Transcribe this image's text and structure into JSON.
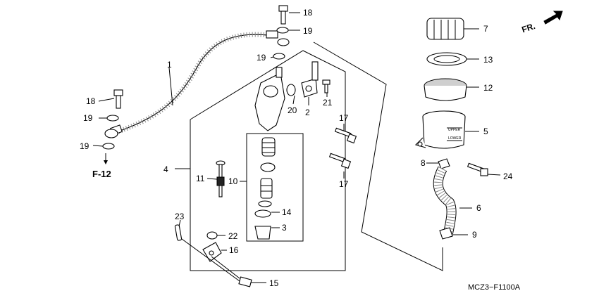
{
  "callouts": [
    {
      "id": "1",
      "text": "1"
    },
    {
      "id": "2",
      "text": "2"
    },
    {
      "id": "3",
      "text": "3"
    },
    {
      "id": "4",
      "text": "4"
    },
    {
      "id": "5",
      "text": "5"
    },
    {
      "id": "6",
      "text": "6"
    },
    {
      "id": "7",
      "text": "7"
    },
    {
      "id": "8",
      "text": "8"
    },
    {
      "id": "9",
      "text": "9"
    },
    {
      "id": "10",
      "text": "10"
    },
    {
      "id": "11",
      "text": "11"
    },
    {
      "id": "12",
      "text": "12"
    },
    {
      "id": "13",
      "text": "13"
    },
    {
      "id": "14",
      "text": "14"
    },
    {
      "id": "15",
      "text": "15"
    },
    {
      "id": "16",
      "text": "16"
    },
    {
      "id": "17a",
      "text": "17"
    },
    {
      "id": "17b",
      "text": "17"
    },
    {
      "id": "18a",
      "text": "18"
    },
    {
      "id": "18b",
      "text": "18"
    },
    {
      "id": "19a",
      "text": "19"
    },
    {
      "id": "19b",
      "text": "19"
    },
    {
      "id": "19c",
      "text": "19"
    },
    {
      "id": "19d",
      "text": "19"
    },
    {
      "id": "20",
      "text": "20"
    },
    {
      "id": "21",
      "text": "21"
    },
    {
      "id": "22",
      "text": "22"
    },
    {
      "id": "23",
      "text": "23"
    },
    {
      "id": "24",
      "text": "24"
    }
  ],
  "direction_label": "FR.",
  "reference_label": "F-12",
  "reservoir_marks": {
    "upper": "UPPER",
    "lower": "LOWER"
  },
  "diagram_code": "MCZ3−F1100A"
}
